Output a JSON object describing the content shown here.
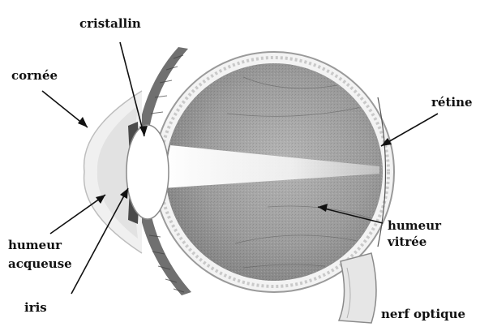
{
  "labels": {
    "cristallin": "cristallin",
    "cornee": "cornée",
    "retine": "rétine",
    "humeur_vitree_line1": "humeur",
    "humeur_vitree_line2": "vitrée",
    "humeur_aqueuse_line1": "humeur",
    "humeur_aqueuse_line2": "acqueuse",
    "iris": "iris",
    "nerf_optique": "nerf optique"
  },
  "colors": {
    "ink": "#111111",
    "vitreous": "#9a9a9a",
    "vitreous_light": "#c8c8c8",
    "sclera": "#f2f2f2",
    "muscle": "#6f6f6f",
    "lens": "#ffffff"
  }
}
